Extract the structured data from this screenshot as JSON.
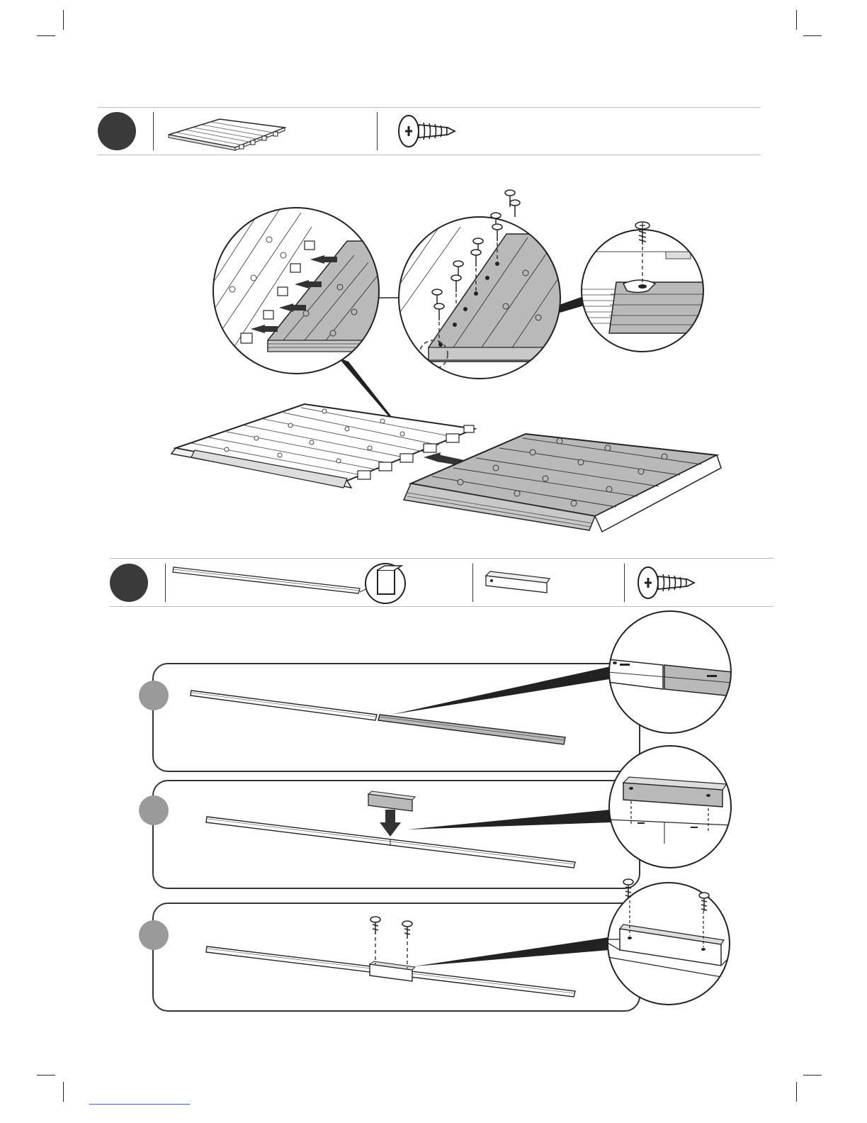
{
  "document": {
    "type": "assembly-instructions-page",
    "steps": [
      {
        "id": "step-a",
        "parts": [
          "floor-panel-icon",
          "screw-icon"
        ],
        "illustration": [
          "floor-panel-left",
          "floor-panel-right",
          "push-arrow-icon",
          "zoom-detail-slots",
          "zoom-detail-screws",
          "zoom-detail-screw-tab"
        ]
      },
      {
        "id": "step-b",
        "parts": [
          "beam-rail-icon",
          "beam-profile-zoom",
          "connector-bracket-icon",
          "screw-icon"
        ],
        "substeps": [
          {
            "id": "sub-1",
            "illustration": [
              "beam-left",
              "beam-right-shaded",
              "zoom-beam-joint"
            ]
          },
          {
            "id": "sub-2",
            "illustration": [
              "bracket-down-arrow-icon",
              "joined-beam",
              "zoom-bracket-placement"
            ]
          },
          {
            "id": "sub-3",
            "illustration": [
              "screw-pair",
              "joined-beam-with-bracket",
              "zoom-bracket-screwed"
            ]
          }
        ]
      }
    ]
  },
  "colors": {
    "ink": "#222222",
    "step_badge": "#3a3a3a",
    "sub_badge": "#9a9a9a",
    "shaded_part": "#b9b9b9",
    "light_part": "#ffffff",
    "rule": "#bbbbbb",
    "link_underline": "#3b5bd6"
  }
}
